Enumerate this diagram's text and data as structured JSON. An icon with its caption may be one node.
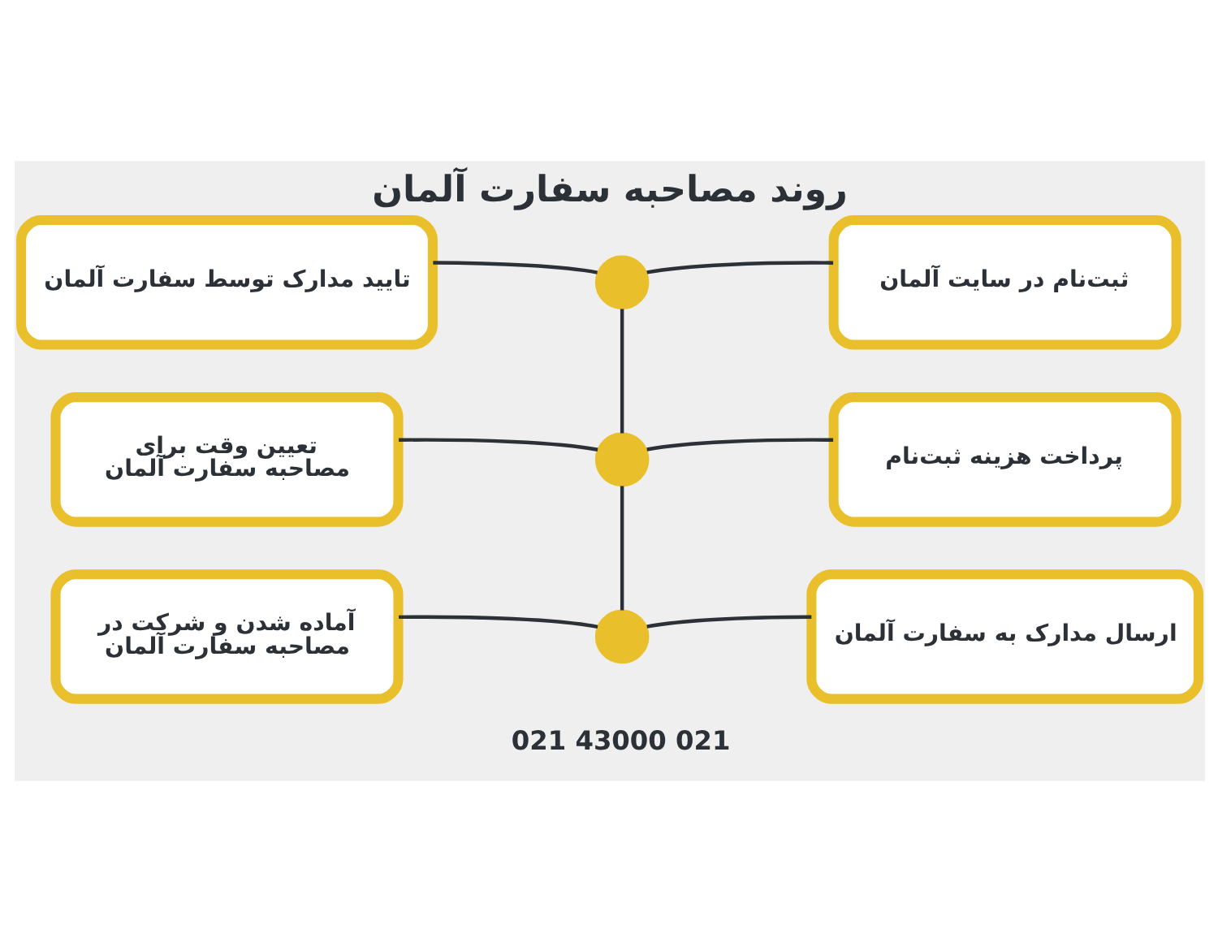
{
  "diagram": {
    "title": "روند مصاحبه سفارت آلمان",
    "nodes": [
      {
        "text": [
          "ثبت‌نام در سایت آلمان"
        ]
      },
      {
        "text": [],
        "shape": "circle"
      },
      {
        "text": [
          "تایید مدارک توسط سفارت آلمان"
        ]
      },
      {
        "text": [
          "پرداخت هزینه ثبت‌نام"
        ]
      },
      {
        "text": [],
        "shape": "circle"
      },
      {
        "text": [
          "تعیین وقت برای مصاحبه سفارت آلمان"
        ]
      },
      {
        "text": [
          "ارسال مدارک به سفارت آلمان"
        ]
      },
      {
        "text": [],
        "shape": "circle"
      },
      {
        "text": [
          "آماده شدن و شرکت در مصاحبه سفارت آلمان"
        ]
      }
    ],
    "edges": [
      {
        "from": 1,
        "to": 0,
        "arrow": "none"
      },
      {
        "from": 1,
        "to": 2,
        "arrow": "none"
      },
      {
        "from": 1,
        "to": 4,
        "arrow": "none"
      },
      {
        "from": 4,
        "to": 3,
        "arrow": "none"
      },
      {
        "from": 4,
        "to": 5,
        "arrow": "none"
      },
      {
        "from": 4,
        "to": 7,
        "arrow": "none"
      },
      {
        "from": 7,
        "to": 6,
        "arrow": "none"
      },
      {
        "from": 7,
        "to": 8,
        "arrow": "none"
      }
    ],
    "labels": [
      "021 43000 021"
    ]
  }
}
